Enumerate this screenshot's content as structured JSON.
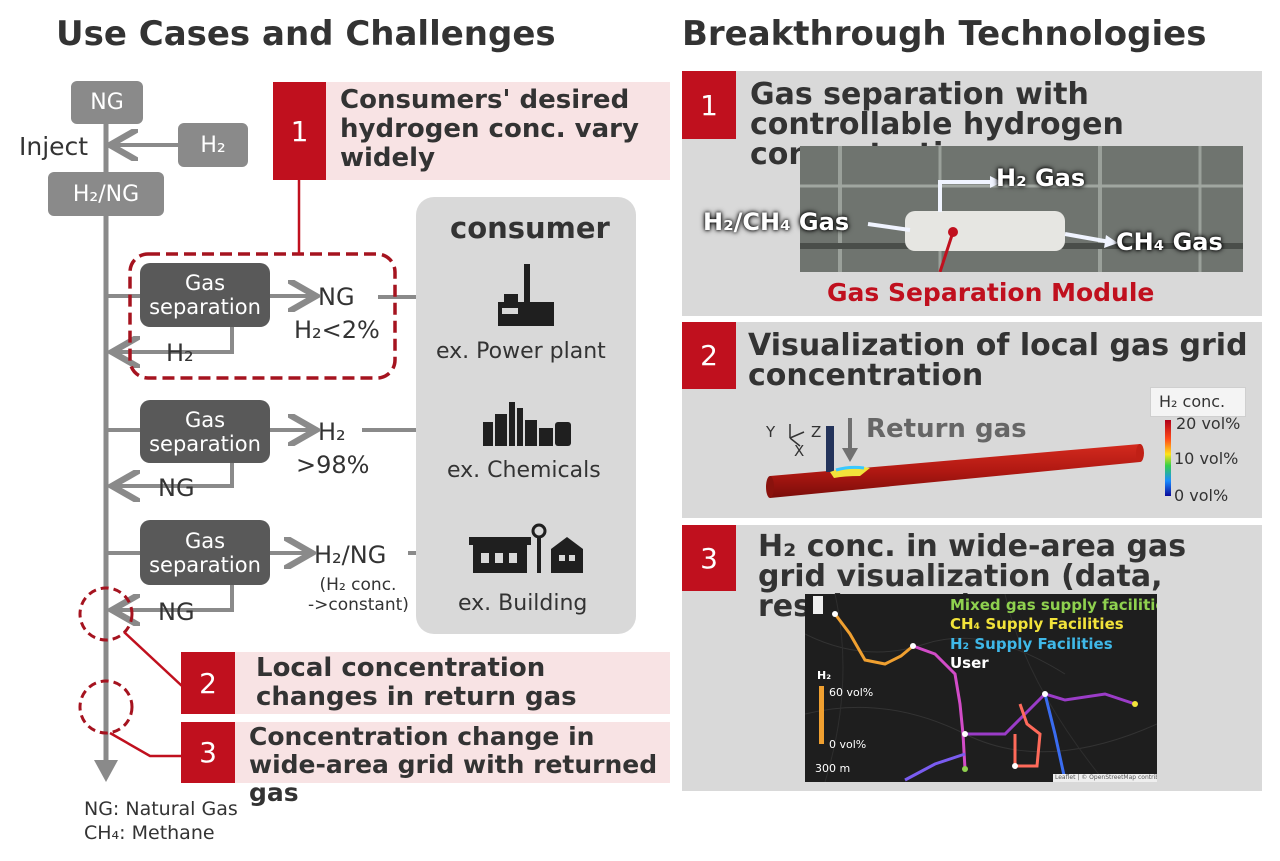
{
  "left": {
    "title": "Use Cases and Challenges",
    "ng_box": "NG",
    "h2_box": "H₂",
    "inject": "Inject",
    "h2ng_box": "H₂/NG",
    "rows": [
      {
        "sep_line1": "Gas",
        "sep_line2": "separation",
        "out_line1": "NG",
        "out_line2": "H₂<2%",
        "return": "H₂",
        "consumer": "ex. Power plant"
      },
      {
        "sep_line1": "Gas",
        "sep_line2": "separation",
        "out_line1": "H₂",
        "out_line2": ">98%",
        "return": "NG",
        "consumer": "ex. Chemicals"
      },
      {
        "sep_line1": "Gas",
        "sep_line2": "separation",
        "out_line1": "H₂/NG",
        "out_sub1": "(H₂ conc.",
        "out_sub2": "->constant)",
        "return": "NG",
        "consumer": "ex. Building"
      }
    ],
    "consumer_title": "consumer",
    "callouts": [
      {
        "num": "1",
        "text": "Consumers' desired hydrogen conc. vary widely"
      },
      {
        "num": "2",
        "text": "Local concentration changes in return gas"
      },
      {
        "num": "3",
        "text": "Concentration change in wide-area grid with returned gas"
      }
    ],
    "footnote1": "NG: Natural Gas",
    "footnote2": "CH₄: Methane"
  },
  "right": {
    "title": "Breakthrough Technologies",
    "panels": [
      {
        "num": "1",
        "title": "Gas separation with controllable hydrogen concentration"
      },
      {
        "num": "2",
        "title": "Visualization of local gas grid concentration"
      },
      {
        "num": "3",
        "title": "H₂ conc. in wide-area gas grid visualization (data, results, etc.)"
      }
    ],
    "photo": {
      "in": "H₂/CH₄ Gas",
      "h2_out": "H₂ Gas",
      "ch4_out": "CH₄ Gas",
      "module": "Gas Separation Module"
    },
    "sim": {
      "legend_title": "H₂ conc.",
      "max": "20 vol%",
      "mid": "10 vol%",
      "min": "0 vol%",
      "return": "Return gas",
      "axis_y": "Y",
      "axis_z": "Z",
      "axis_x": "X"
    },
    "map": {
      "leg1": "Mixed gas supply facilities",
      "leg2": "CH₄ Supply Facilities",
      "leg3": "H₂ Supply Facilities",
      "leg4": "User",
      "scale_title": "H₂",
      "scale_max": "60 vol%",
      "scale_min": "0 vol%",
      "distance": "300 m",
      "attribution": "Leaflet | © OpenStreetMap contributors",
      "leg1_color": "#8fd14f",
      "leg2_color": "#f2e33a",
      "leg3_color": "#3fb8e8",
      "leg4_color": "#ffffff"
    }
  },
  "colors": {
    "accent_red": "#c0101e",
    "callout_bg": "#f8e3e4",
    "panel_bg": "#d9d9d9",
    "pipe_gray": "#8a8a8a",
    "sep_dark": "#595959"
  }
}
